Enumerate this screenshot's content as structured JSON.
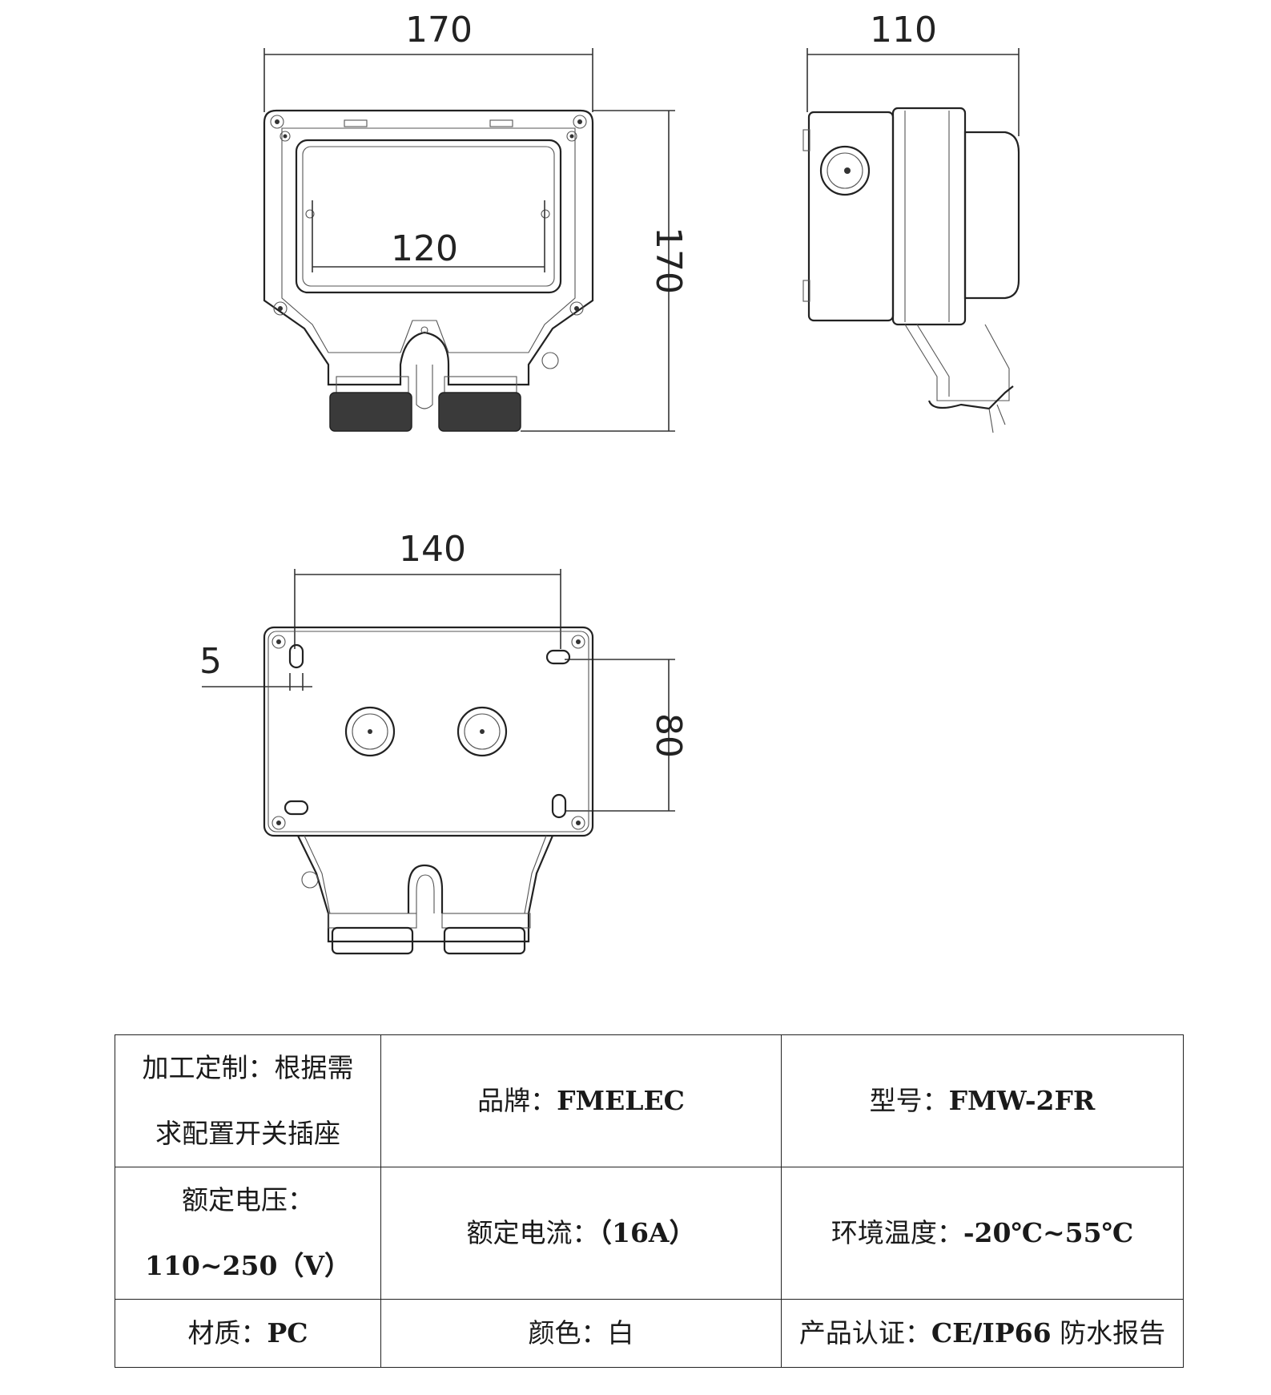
{
  "dimensions": {
    "front_width": "170",
    "front_height": "170",
    "inner_width": "120",
    "side_depth": "110",
    "back_hole_spacing": "140",
    "back_slot_width": "5",
    "back_vertical_spacing": "80"
  },
  "specs": {
    "custom_label": "加工定制：",
    "custom_value_1": "根据需",
    "custom_value_2": "求配置开关插座",
    "brand_label": "品牌：",
    "brand_value": "FMELEC",
    "model_label": "型号：",
    "model_value": "FMW-2FR",
    "voltage_label": "额定电压：",
    "voltage_value": "110~250（V）",
    "current_label": "额定电流：",
    "current_value": "（16A）",
    "temp_label": "环境温度：",
    "temp_value": "-20℃~55℃",
    "material_label": "材质：",
    "material_value": "PC",
    "color_label": "颜色：",
    "color_value": "白",
    "cert_label": "产品认证：",
    "cert_value": "CE/IP66",
    "cert_suffix": "防水报告"
  }
}
